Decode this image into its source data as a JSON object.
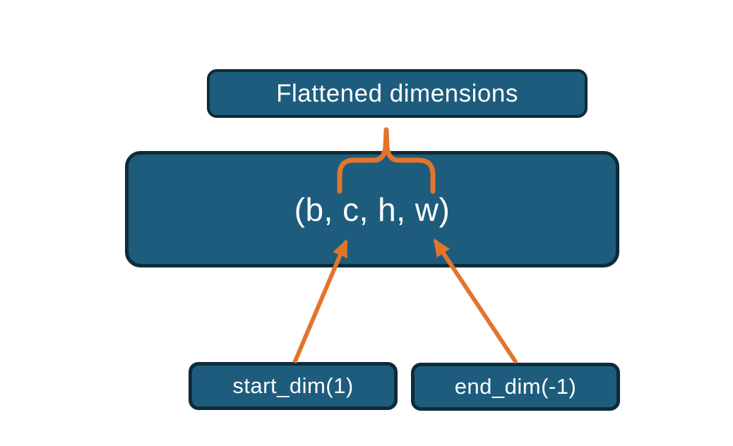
{
  "diagram": {
    "boxes": {
      "flattened": {
        "label": "Flattened dimensions"
      },
      "tensor": {
        "label": "(b, c, h, w)"
      },
      "start_dim": {
        "label": "start_dim(1)"
      },
      "end_dim": {
        "label": "end_dim(-1)"
      }
    },
    "colors": {
      "box_fill": "#1d5c7d",
      "box_border": "#0d2c38",
      "accent": "#e2752c",
      "text": "#ffffff",
      "background": "#ffffff"
    }
  }
}
